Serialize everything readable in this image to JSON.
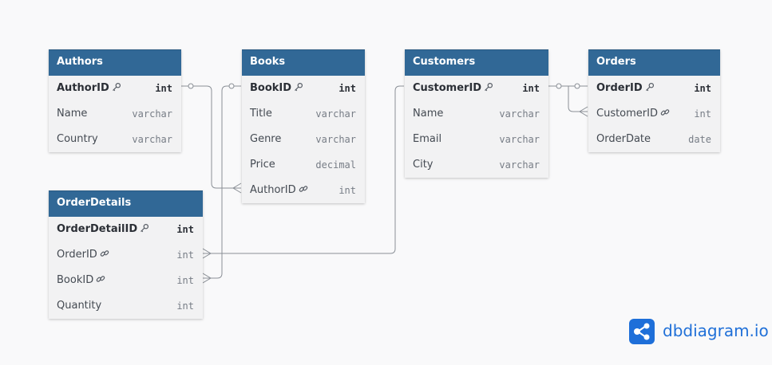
{
  "tables": {
    "authors": {
      "name": "Authors",
      "fields": [
        {
          "name": "AuthorID",
          "type": "int",
          "pk": true,
          "icon": "key-icon"
        },
        {
          "name": "Name",
          "type": "varchar"
        },
        {
          "name": "Country",
          "type": "varchar"
        }
      ]
    },
    "books": {
      "name": "Books",
      "fields": [
        {
          "name": "BookID",
          "type": "int",
          "pk": true,
          "icon": "key-icon"
        },
        {
          "name": "Title",
          "type": "varchar"
        },
        {
          "name": "Genre",
          "type": "varchar"
        },
        {
          "name": "Price",
          "type": "decimal"
        },
        {
          "name": "AuthorID",
          "type": "int",
          "icon": "link-icon"
        }
      ]
    },
    "customers": {
      "name": "Customers",
      "fields": [
        {
          "name": "CustomerID",
          "type": "int",
          "pk": true,
          "icon": "key-icon"
        },
        {
          "name": "Name",
          "type": "varchar"
        },
        {
          "name": "Email",
          "type": "varchar"
        },
        {
          "name": "City",
          "type": "varchar"
        }
      ]
    },
    "orders": {
      "name": "Orders",
      "fields": [
        {
          "name": "OrderID",
          "type": "int",
          "pk": true,
          "icon": "key-icon"
        },
        {
          "name": "CustomerID",
          "type": "int",
          "icon": "link-icon"
        },
        {
          "name": "OrderDate",
          "type": "date"
        }
      ]
    },
    "orderdetails": {
      "name": "OrderDetails",
      "fields": [
        {
          "name": "OrderDetailID",
          "type": "int",
          "pk": true,
          "icon": "key-icon"
        },
        {
          "name": "OrderID",
          "type": "int",
          "icon": "link-icon"
        },
        {
          "name": "BookID",
          "type": "int",
          "icon": "link-icon"
        },
        {
          "name": "Quantity",
          "type": "int"
        }
      ]
    }
  },
  "relationships": [
    {
      "from": "Authors.AuthorID",
      "to": "Books.AuthorID",
      "cardinality": "one-to-many"
    },
    {
      "from": "Books.BookID",
      "to": "OrderDetails.BookID",
      "cardinality": "one-to-many"
    },
    {
      "from": "Customers.CustomerID",
      "to": "OrderDetails.OrderID",
      "cardinality": "one-to-many"
    },
    {
      "from": "Customers.CustomerID",
      "to": "Orders.CustomerID",
      "cardinality": "one-to-many"
    }
  ],
  "colors": {
    "header": "#316896",
    "table_body": "#f2f2f3",
    "connector": "#8a8f96",
    "brand": "#1e6fd9"
  },
  "branding": {
    "logo_text": "dbdiagram.io",
    "logo_icon": "share-icon"
  }
}
